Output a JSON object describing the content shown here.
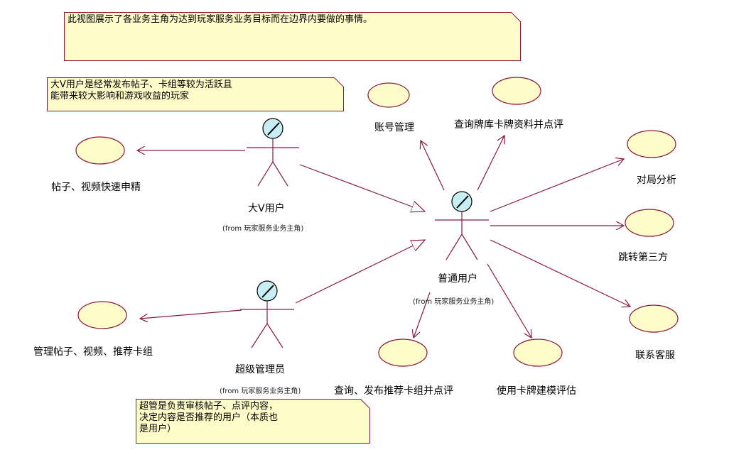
{
  "notes": {
    "top": "此视图展示了各业务主角为达到玩家服务业务目标而在边界内要做的事情。",
    "bigv_line1": "大V用户是经常发布帖子、卡组等较为活跃且",
    "bigv_line2": "能带来较大影响和游戏收益的玩家",
    "admin_line1": "超管是负责审核帖子、点评内容，",
    "admin_line2": "决定内容是否推荐的用户（本质也",
    "admin_line3": "是用户）"
  },
  "actors": {
    "bigv": {
      "name": "大V用户",
      "from": "(from 玩家服务业务主角)"
    },
    "user": {
      "name": "普通用户",
      "from": "(from 玩家服务业务主角)"
    },
    "admin": {
      "name": "超级管理员",
      "from": "(from 玩家服务业务主角)"
    }
  },
  "usecases": {
    "account": "账号管理",
    "query_cards": "查询牌库卡牌资料并点评",
    "match_analysis": "对局分析",
    "jump_third": "跳转第三方",
    "contact_service": "联系客服",
    "query_decks": "查询、发布推荐卡组并点评",
    "card_model": "使用卡牌建模评估",
    "post_apply": "帖子、视频快速申精",
    "manage_posts": "管理帖子、视频、推荐卡组"
  },
  "colors": {
    "line": "#8b1a3a",
    "usecase_fill": "#fefdc9",
    "note_fill": "#fefdc9",
    "actor_head": "#c8eef5"
  }
}
